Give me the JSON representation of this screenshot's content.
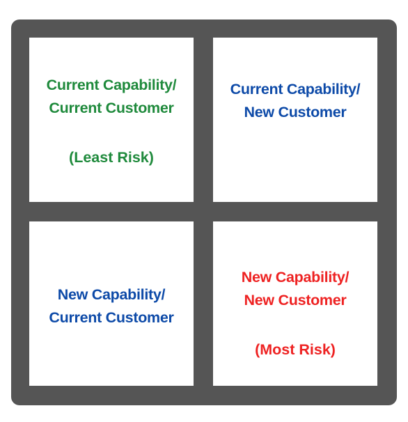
{
  "matrix": {
    "top_left": {
      "line1": "Current Capability/",
      "line2": "Current Customer",
      "risk": "(Least Risk)",
      "color": "#1f8a3c"
    },
    "top_right": {
      "line1": "Current Capability/",
      "line2": "New Customer",
      "color": "#0d4aa8"
    },
    "bottom_left": {
      "line1": "New Capability/",
      "line2": "Current Customer",
      "color": "#0d4aa8"
    },
    "bottom_right": {
      "line1": "New Capability/",
      "line2": "New Customer",
      "risk": "(Most Risk)",
      "color": "#ee2222"
    },
    "frame_color": "#555555"
  }
}
